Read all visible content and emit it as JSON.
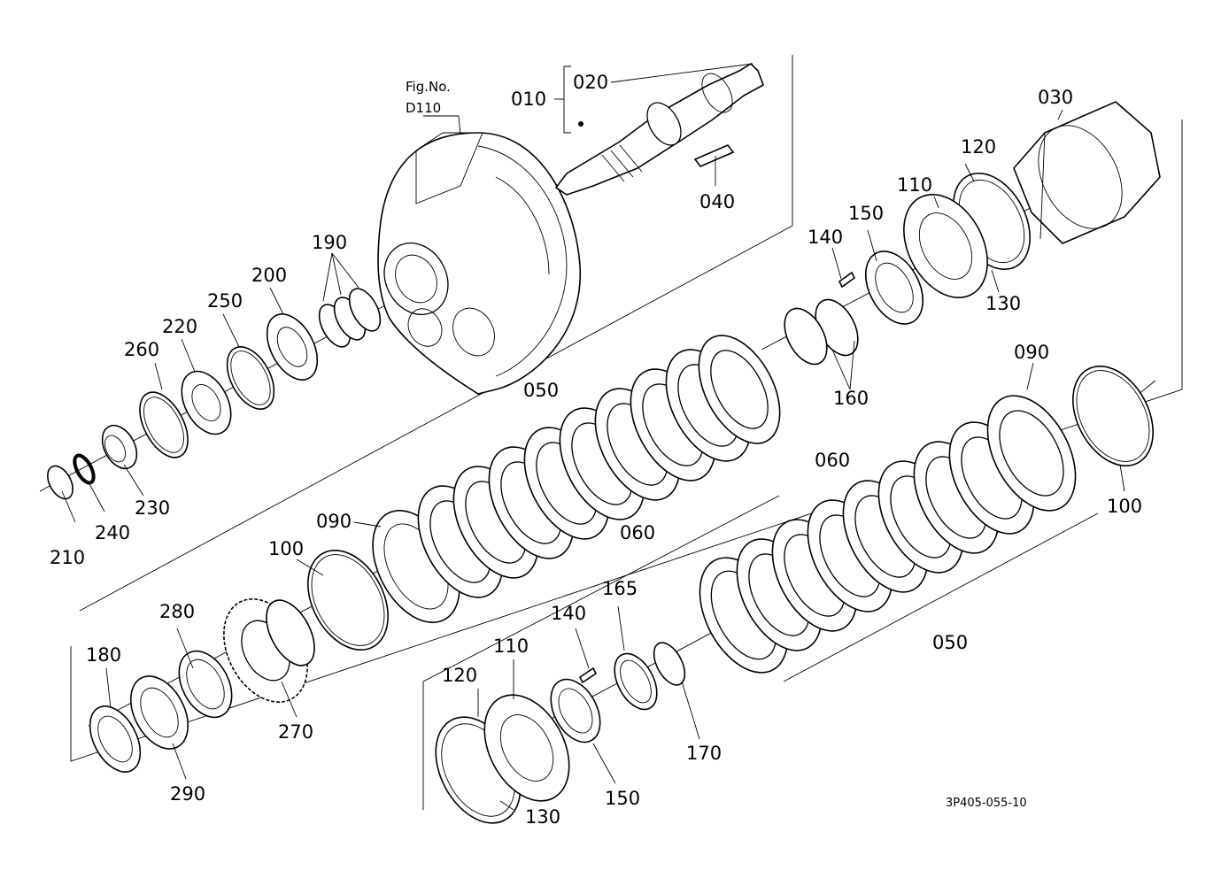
{
  "figure_ref": {
    "line1": "Fig.No.",
    "line2": "D110"
  },
  "drawing_code": "3P405-055-10",
  "labels": {
    "l010": "010",
    "l020": "020",
    "l030": "030",
    "l040": "040",
    "l050a": "050",
    "l050b": "050",
    "l060a": "060",
    "l060b": "060",
    "l090a": "090",
    "l090b": "090",
    "l100a": "100",
    "l100b": "100",
    "l110a": "110",
    "l110b": "110",
    "l120a": "120",
    "l120b": "120",
    "l130a": "130",
    "l130b": "130",
    "l140a": "140",
    "l140b": "140",
    "l150a": "150",
    "l150b": "150",
    "l160": "160",
    "l165": "165",
    "l170": "170",
    "l180": "180",
    "l190": "190",
    "l200": "200",
    "l210": "210",
    "l220": "220",
    "l230": "230",
    "l240": "240",
    "l250": "250",
    "l260": "260",
    "l270": "270",
    "l280": "280",
    "l290": "290"
  }
}
